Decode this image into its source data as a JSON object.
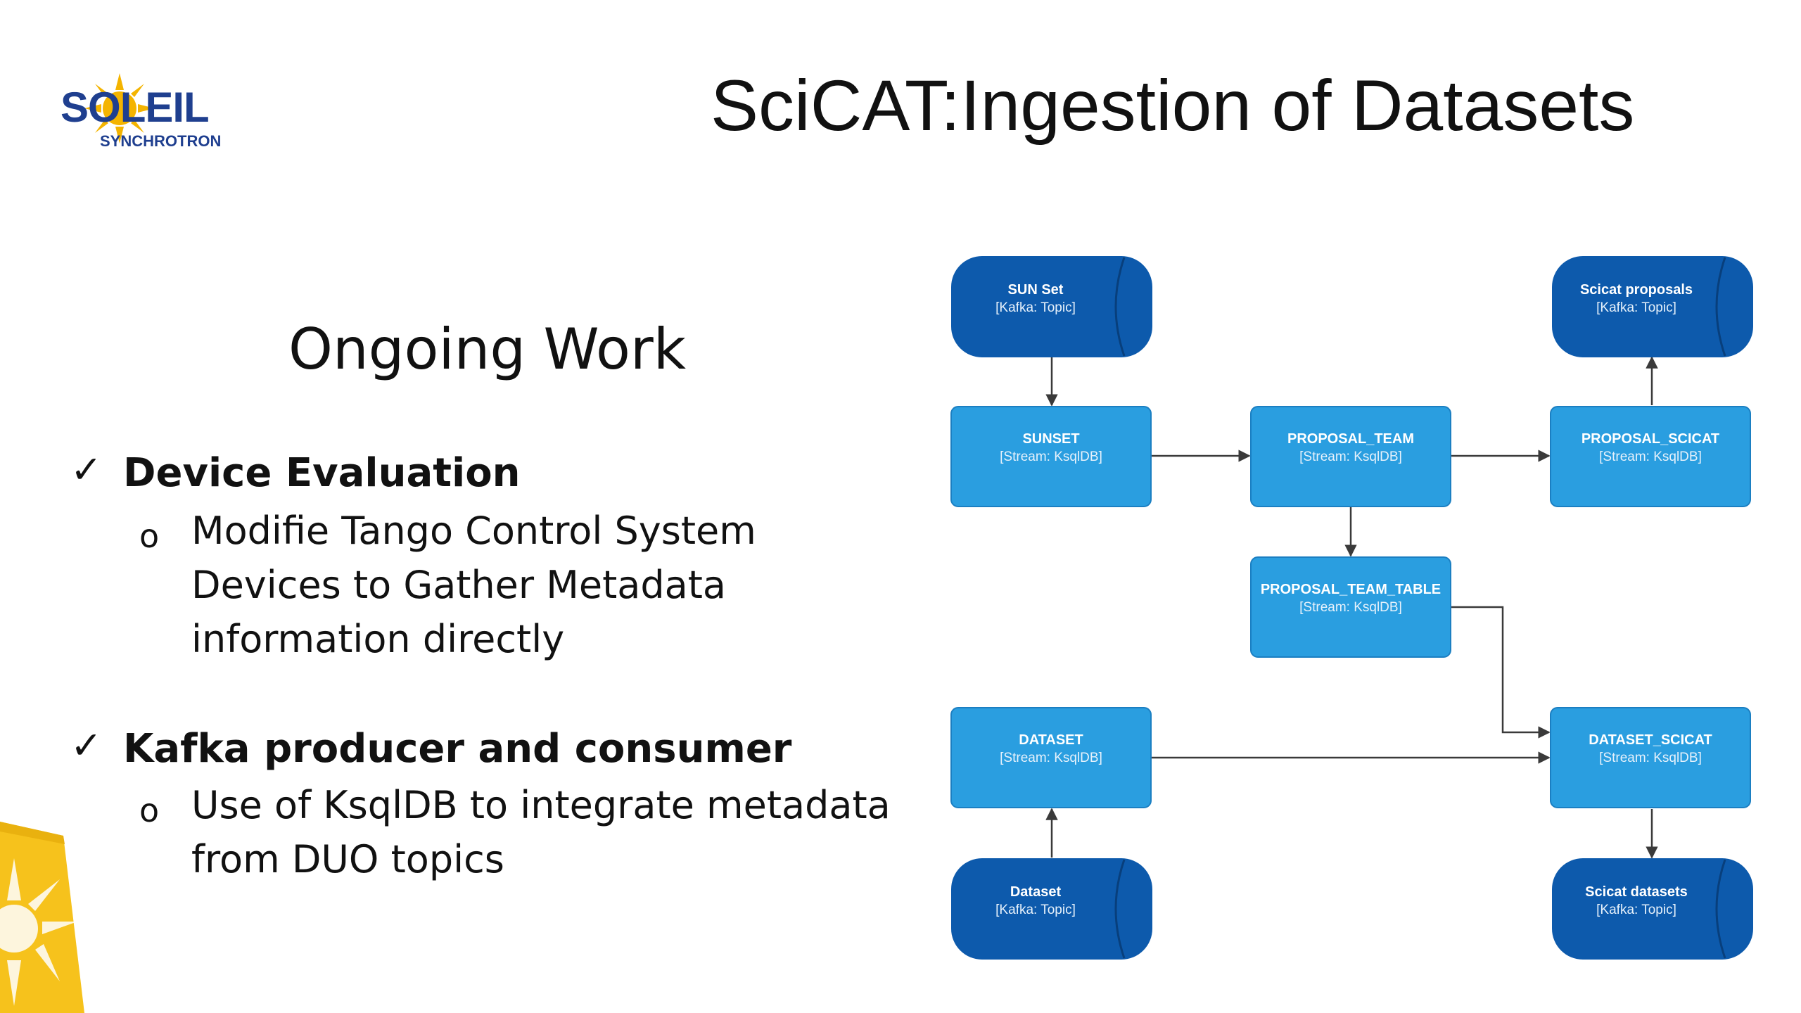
{
  "logo": {
    "name": "SOLEIL",
    "sub": "SYNCHROTRON"
  },
  "title": "SciCAT:Ingestion of Datasets",
  "subtitle": "Ongoing Work",
  "sections": [
    {
      "check": "✓",
      "heading": "Device Evaluation",
      "bullet": "o",
      "lines": [
        "Modifie Tango Control System",
        "Devices to Gather Metadata",
        "information directly"
      ]
    },
    {
      "check": "✓",
      "heading": "Kafka producer and consumer",
      "bullet": "o",
      "lines": [
        "Use of KsqlDB to integrate metadata",
        "from DUO topics"
      ]
    }
  ],
  "diagram": {
    "nodes": {
      "sun_set_topic": {
        "title": "SUN Set",
        "sub": "[Kafka: Topic]"
      },
      "scicat_proposals_topic": {
        "title": "Scicat proposals",
        "sub": "[Kafka: Topic]"
      },
      "sunset_stream": {
        "title": "SUNSET",
        "sub": "[Stream: KsqlDB]"
      },
      "proposal_team_stream": {
        "title": "PROPOSAL_TEAM",
        "sub": "[Stream: KsqlDB]"
      },
      "proposal_scicat_stream": {
        "title": "PROPOSAL_SCICAT",
        "sub": "[Stream: KsqlDB]"
      },
      "proposal_team_table_stream": {
        "title": "PROPOSAL_TEAM_TABLE",
        "sub": "[Stream: KsqlDB]"
      },
      "dataset_stream": {
        "title": "DATASET",
        "sub": "[Stream: KsqlDB]"
      },
      "dataset_scicat_stream": {
        "title": "DATASET_SCICAT",
        "sub": "[Stream: KsqlDB]"
      },
      "dataset_topic": {
        "title": "Dataset",
        "sub": "[Kafka: Topic]"
      },
      "scicat_datasets_topic": {
        "title": "Scicat datasets",
        "sub": "[Kafka: Topic]"
      }
    },
    "colors": {
      "topic": "#0d5aac",
      "stream": "#2a9ee0",
      "stream_border": "#1b7fc2"
    }
  }
}
